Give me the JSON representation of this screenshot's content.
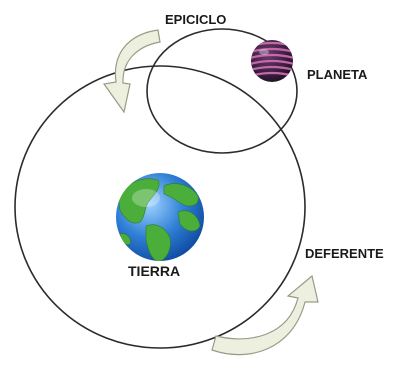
{
  "labels": {
    "epicycle": "EPICICLO",
    "planet": "PLANETA",
    "earth": "TIERRA",
    "deferent": "DEFERENTE"
  },
  "icons": {
    "earth": "globe-icon",
    "planet": "striped-planet-icon",
    "arrows": "curved-arrow-icon"
  },
  "colors": {
    "background": "#ffffff",
    "orbit_stroke": "#2b2b2b",
    "arrow_fill": "#eef0df",
    "arrow_stroke": "#9a9a86",
    "earth_ocean": "#2f7fd6",
    "earth_land": "#4cae3a",
    "planet_dark": "#2a1630",
    "planet_stripe": "#c060a8"
  }
}
